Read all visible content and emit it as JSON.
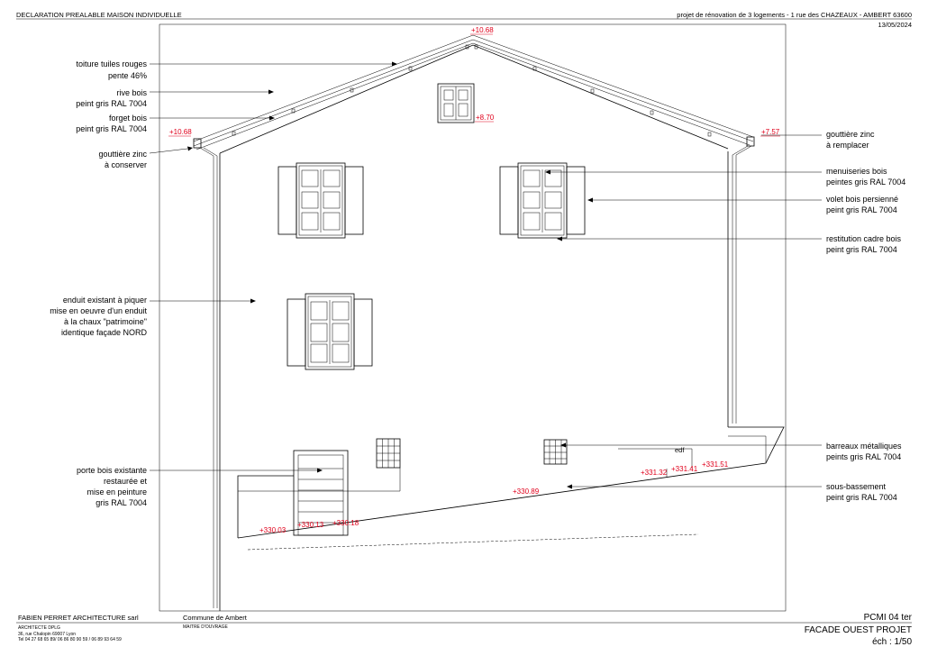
{
  "header": {
    "left": "DECLARATION PREALABLE MAISON INDIVIDUELLE",
    "right": "projet de rénovation de 3 logements - 1 rue des CHAZEAUX - AMBERT  63600",
    "date": "13/05/2024"
  },
  "annotations_left": [
    {
      "line1": "toiture tuiles rouges",
      "line2": "pente 46%"
    },
    {
      "line1": "rive bois",
      "line2": "peint gris RAL 7004"
    },
    {
      "line1": "forget bois",
      "line2": "peint gris RAL 7004"
    },
    {
      "line1": "gouttière zinc",
      "line2": "à conserver"
    },
    {
      "line1": "enduit existant à piquer",
      "line2": "mise en oeuvre d'un enduit",
      "line3": "à la chaux \"patrimoine\"",
      "line4": "identique façade NORD"
    },
    {
      "line1": "porte bois existante",
      "line2": "restaurée et",
      "line3": "mise en peinture",
      "line4": "gris RAL 7004"
    }
  ],
  "annotations_right": [
    {
      "line1": "gouttière zinc",
      "line2": "à remplacer"
    },
    {
      "line1": "menuiseries bois",
      "line2": "peintes gris RAL 7004"
    },
    {
      "line1": "volet bois persienné",
      "line2": "peint gris RAL 7004"
    },
    {
      "line1": "restitution cadre bois",
      "line2": "peint gris RAL 7004"
    },
    {
      "line1": "barreaux métalliques",
      "line2": "peints gris RAL 7004"
    },
    {
      "line1": "sous-bassement",
      "line2": "peint gris RAL 7004"
    }
  ],
  "levels": {
    "ridge": "+10.68",
    "eave_left": "+10.68",
    "eave_right": "+7.57",
    "attic_window": "+8.70",
    "ground_1": "+330.03",
    "ground_2": "+330.13",
    "ground_3": "+330.18",
    "ground_4": "+330.89",
    "ground_5": "+331.32",
    "ground_6": "+331.41",
    "ground_7": "+331.51"
  },
  "edf_label": "edf",
  "footer": {
    "company": "FABIEN PERRET ARCHITECTURE sarl",
    "title": "ARCHITECTE DPLG",
    "address": "36, rue Chalopin 69007 Lyon",
    "phone": "Tel 04 27 68 65 89/ 06 86 80 90 59 / 06 89 93 64 59",
    "client": "Commune de Ambert",
    "client_role": "MAITRE D'OUVRAGE",
    "sheet_code": "PCMI 04 ter",
    "sheet_title": "FACADE OUEST PROJET",
    "scale": "éch : 1/50"
  },
  "colors": {
    "level_marks": "#e0001b",
    "lines": "#000000"
  }
}
